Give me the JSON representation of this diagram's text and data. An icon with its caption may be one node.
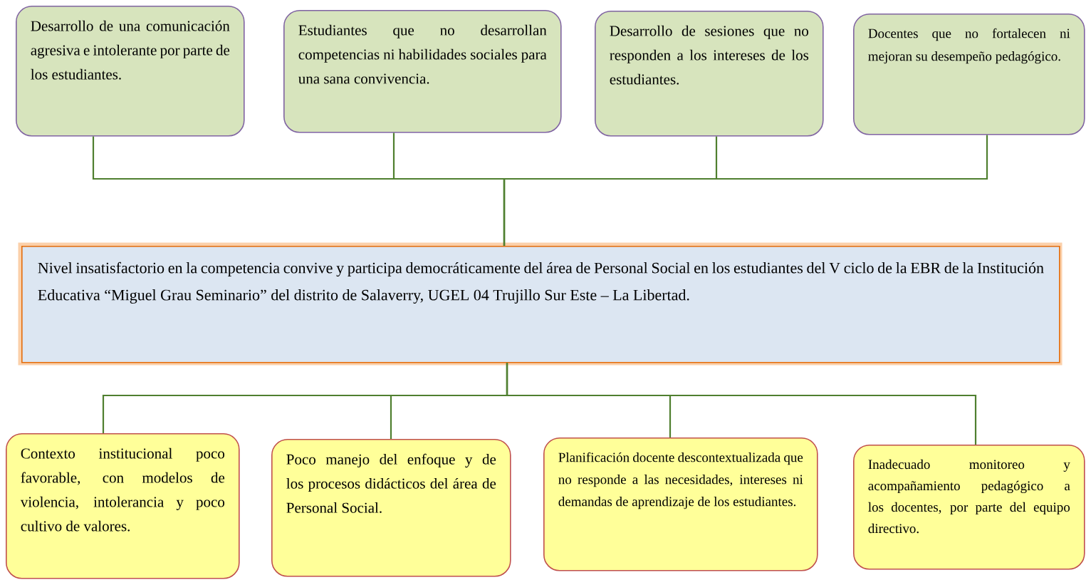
{
  "diagram": {
    "nodes": [
      {
        "text": [
          "Desarrollo de una comunicación agresiva e intolerante por parte de los estudiantes."
        ]
      },
      {
        "text": [
          "Estudiantes que no desarrollan competencias ni habilidades sociales para una sana convivencia."
        ]
      },
      {
        "text": [
          "Desarrollo de sesiones que no responden a los intereses de los estudiantes."
        ]
      },
      {
        "text": [
          "Docentes que no fortalecen ni mejoran su desempeño pedagógico."
        ]
      },
      {
        "text": [
          "Nivel insatisfactorio en la competencia convive y participa democráticamente del área de Personal Social en los estudiantes del V ciclo de la EBR de la Institución Educativa “Miguel Grau Seminario” del distrito de Salaverry, UGEL 04 Trujillo Sur Este – La Libertad."
        ]
      },
      {
        "text": [
          "Contexto institucional poco favorable, con modelos de violencia, intolerancia y poco cultivo de valores."
        ]
      },
      {
        "text": [
          "Poco manejo del enfoque y de los procesos didácticos del área de Personal Social."
        ]
      },
      {
        "text": [
          "Planificación docente descontextualizada que no responde a las necesidades, intereses ni demandas de aprendizaje de los estudiantes."
        ]
      },
      {
        "text": [
          "Inadecuado monitoreo y acompañamiento pedagógico a los docentes, por parte del equipo directivo."
        ]
      }
    ],
    "edges": [
      {
        "from": 0,
        "to": 4,
        "arrow": "none"
      },
      {
        "from": 1,
        "to": 4,
        "arrow": "none"
      },
      {
        "from": 2,
        "to": 4,
        "arrow": "none"
      },
      {
        "from": 3,
        "to": 4,
        "arrow": "none"
      },
      {
        "from": 4,
        "to": 5,
        "arrow": "none"
      },
      {
        "from": 4,
        "to": 6,
        "arrow": "none"
      },
      {
        "from": 4,
        "to": 7,
        "arrow": "none"
      },
      {
        "from": 4,
        "to": 8,
        "arrow": "none"
      }
    ]
  }
}
